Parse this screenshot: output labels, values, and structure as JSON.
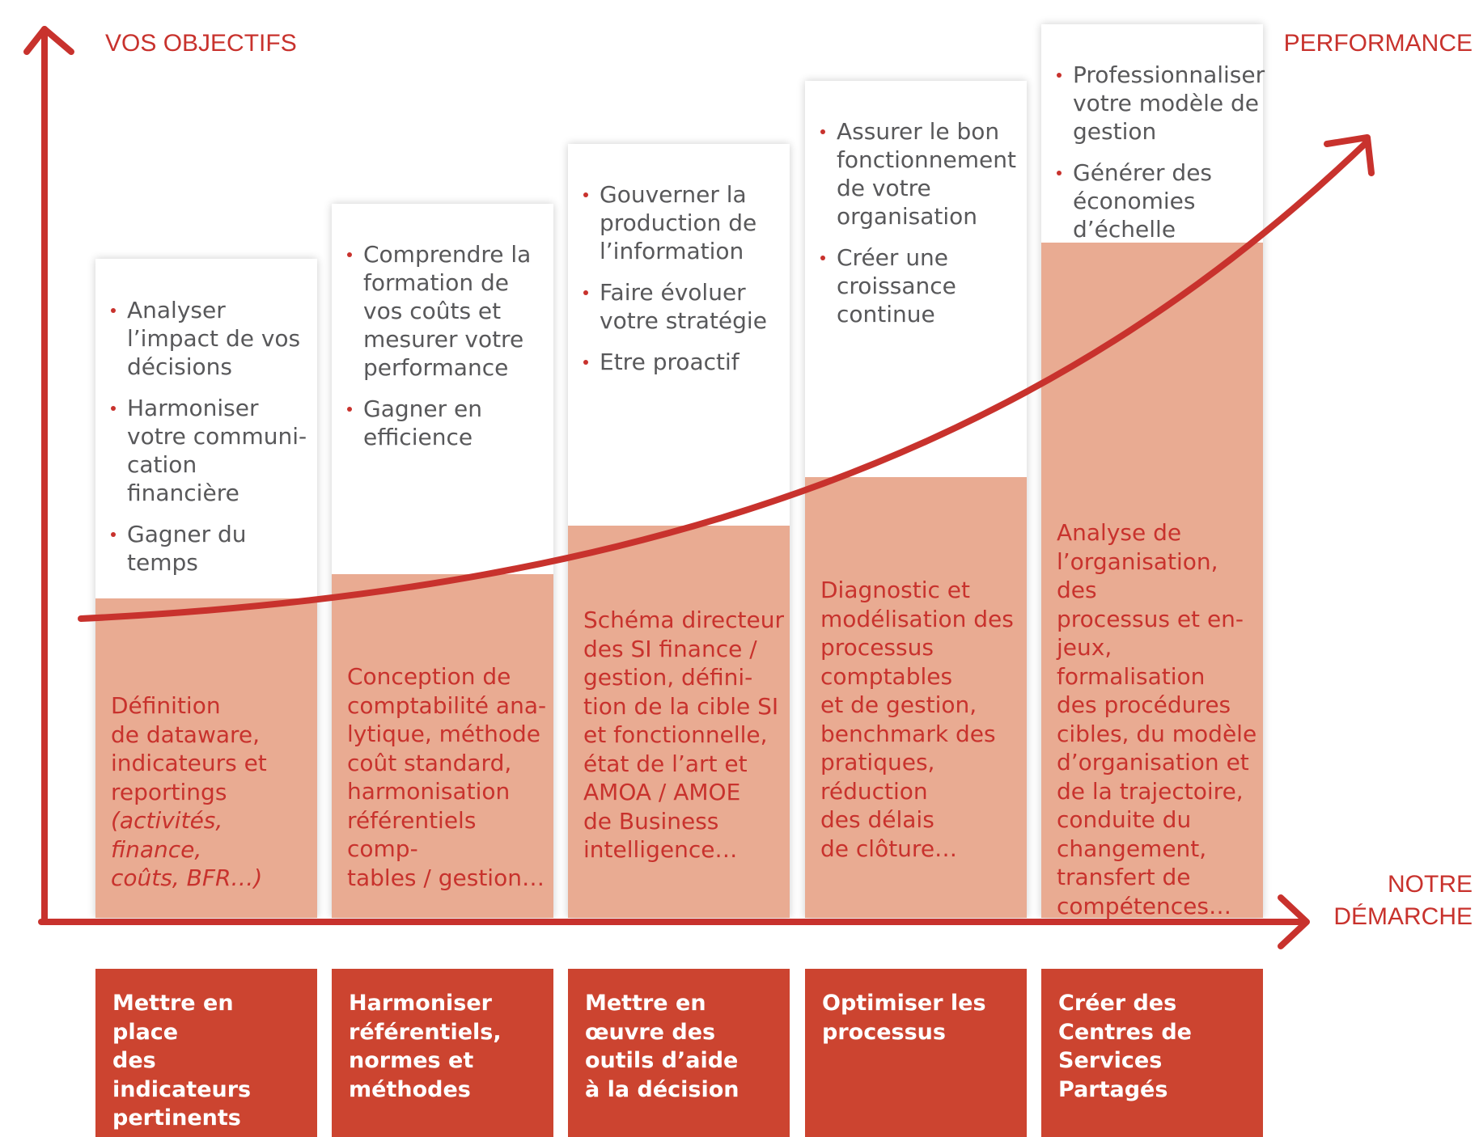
{
  "axes": {
    "y_label": "VOS OBJECTIFS",
    "curve_label": "PERFORMANCE",
    "x_label_line1": "NOTRE",
    "x_label_line2": "DÉMARCHE"
  },
  "colors": {
    "red": "#c8322d",
    "salmon": "#e9ab92",
    "step_red": "#cc4430",
    "text_gray": "#58585a"
  },
  "columns": [
    {
      "objectives": [
        "Analyser l’impact de vos décisions",
        "Harmoniser votre communi-cation financière",
        "Gagner du temps"
      ],
      "approach": "Définition\nde dataware,\nindicateurs et\nreportings",
      "approach_italic": "(activités, finance,\ncoûts, BFR…)",
      "step": "Mettre en place\ndes indicateurs\npertinents"
    },
    {
      "objectives": [
        "Comprendre la formation de vos coûts et mesurer votre performance",
        "Gagner en efficience"
      ],
      "approach": "Conception de\ncomptabilité ana-\nlytique, méthode\ncoût standard,\nharmonisation\nréférentiels comp-\ntables / gestion…",
      "approach_italic": "",
      "step": "Harmoniser\nréférentiels,\nnormes et\nméthodes"
    },
    {
      "objectives": [
        "Gouverner la production de l’information",
        "Faire évoluer votre stratégie",
        "Etre proactif"
      ],
      "approach": "Schéma directeur\ndes SI finance /\ngestion, défini-\ntion de la cible SI\net fonctionnelle,\nétat de l’art et\nAMOA / AMOE\nde Business\nintelligence…",
      "approach_italic": "",
      "step": "Mettre en\nœuvre des\noutils d’aide\nà la décision"
    },
    {
      "objectives": [
        "Assurer le bon fonctionnement de votre organisation",
        "Créer une croissance continue"
      ],
      "approach": "Diagnostic et\nmodélisation des\nprocessus\ncomptables\net de gestion,\nbenchmark des\npratiques,\nréduction\ndes délais\nde clôture…",
      "approach_italic": "",
      "step": "Optimiser les\nprocessus"
    },
    {
      "objectives": [
        "Professionnaliser votre modèle de gestion",
        "Générer des économies d’échelle"
      ],
      "approach": "Analyse de\nl’organisation, des\nprocessus et en-\njeux, formalisation\ndes procédures\ncibles, du modèle\nd’organisation et\nde la trajectoire,\nconduite du\nchangement,\ntransfert de\ncompétences…",
      "approach_italic": "",
      "step": "Créer des\nCentres de\nServices\nPartagés"
    }
  ]
}
